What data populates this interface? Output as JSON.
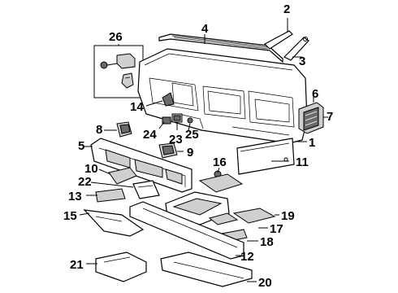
{
  "callouts": {
    "c1": "1",
    "c2": "2",
    "c3": "3",
    "c4": "4",
    "c5": "5",
    "c6": "6",
    "c7": "7",
    "c8": "8",
    "c9": "9",
    "c10": "10",
    "c11": "11",
    "c12": "12",
    "c13": "13",
    "c14": "14",
    "c15": "15",
    "c16": "16",
    "c17": "17",
    "c18": "18",
    "c19": "19",
    "c20": "20",
    "c21": "21",
    "c22": "22",
    "c23": "23",
    "c24": "24",
    "c25": "25",
    "c26": "26"
  }
}
